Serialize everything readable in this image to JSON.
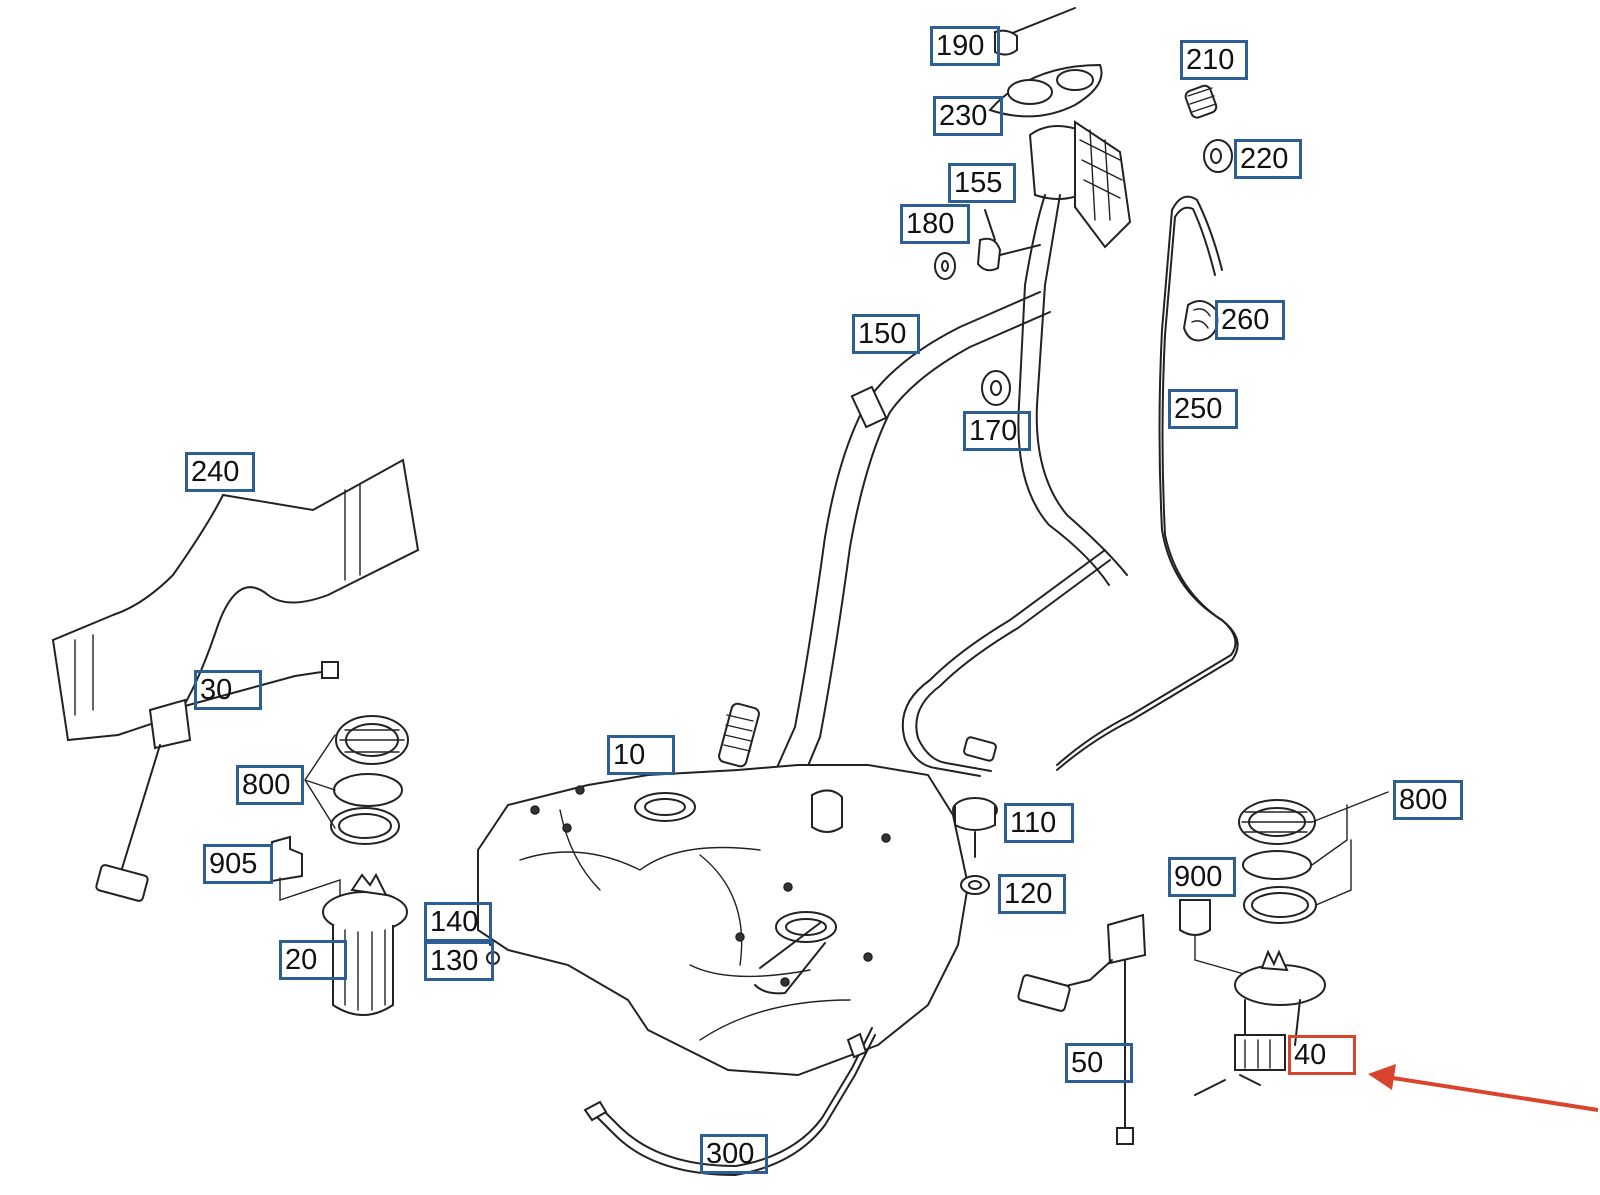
{
  "labels": {
    "l190": "190",
    "l230": "230",
    "l210": "210",
    "l220": "220",
    "l155": "155",
    "l180": "180",
    "l150": "150",
    "l260": "260",
    "l170": "170",
    "l250": "250",
    "l240": "240",
    "l30": "30",
    "l10": "10",
    "l800a": "800",
    "l800b": "800",
    "l110": "110",
    "l905": "905",
    "l120": "120",
    "l900": "900",
    "l140": "140",
    "l130": "130",
    "l20": "20",
    "l50": "50",
    "l40": "40",
    "l300": "300"
  },
  "highlight": {
    "part": "40",
    "box_color": "#d9442c",
    "arrow_color": "#d9442c"
  },
  "colors": {
    "label_border": "#2e5f94",
    "line": "#222222"
  }
}
